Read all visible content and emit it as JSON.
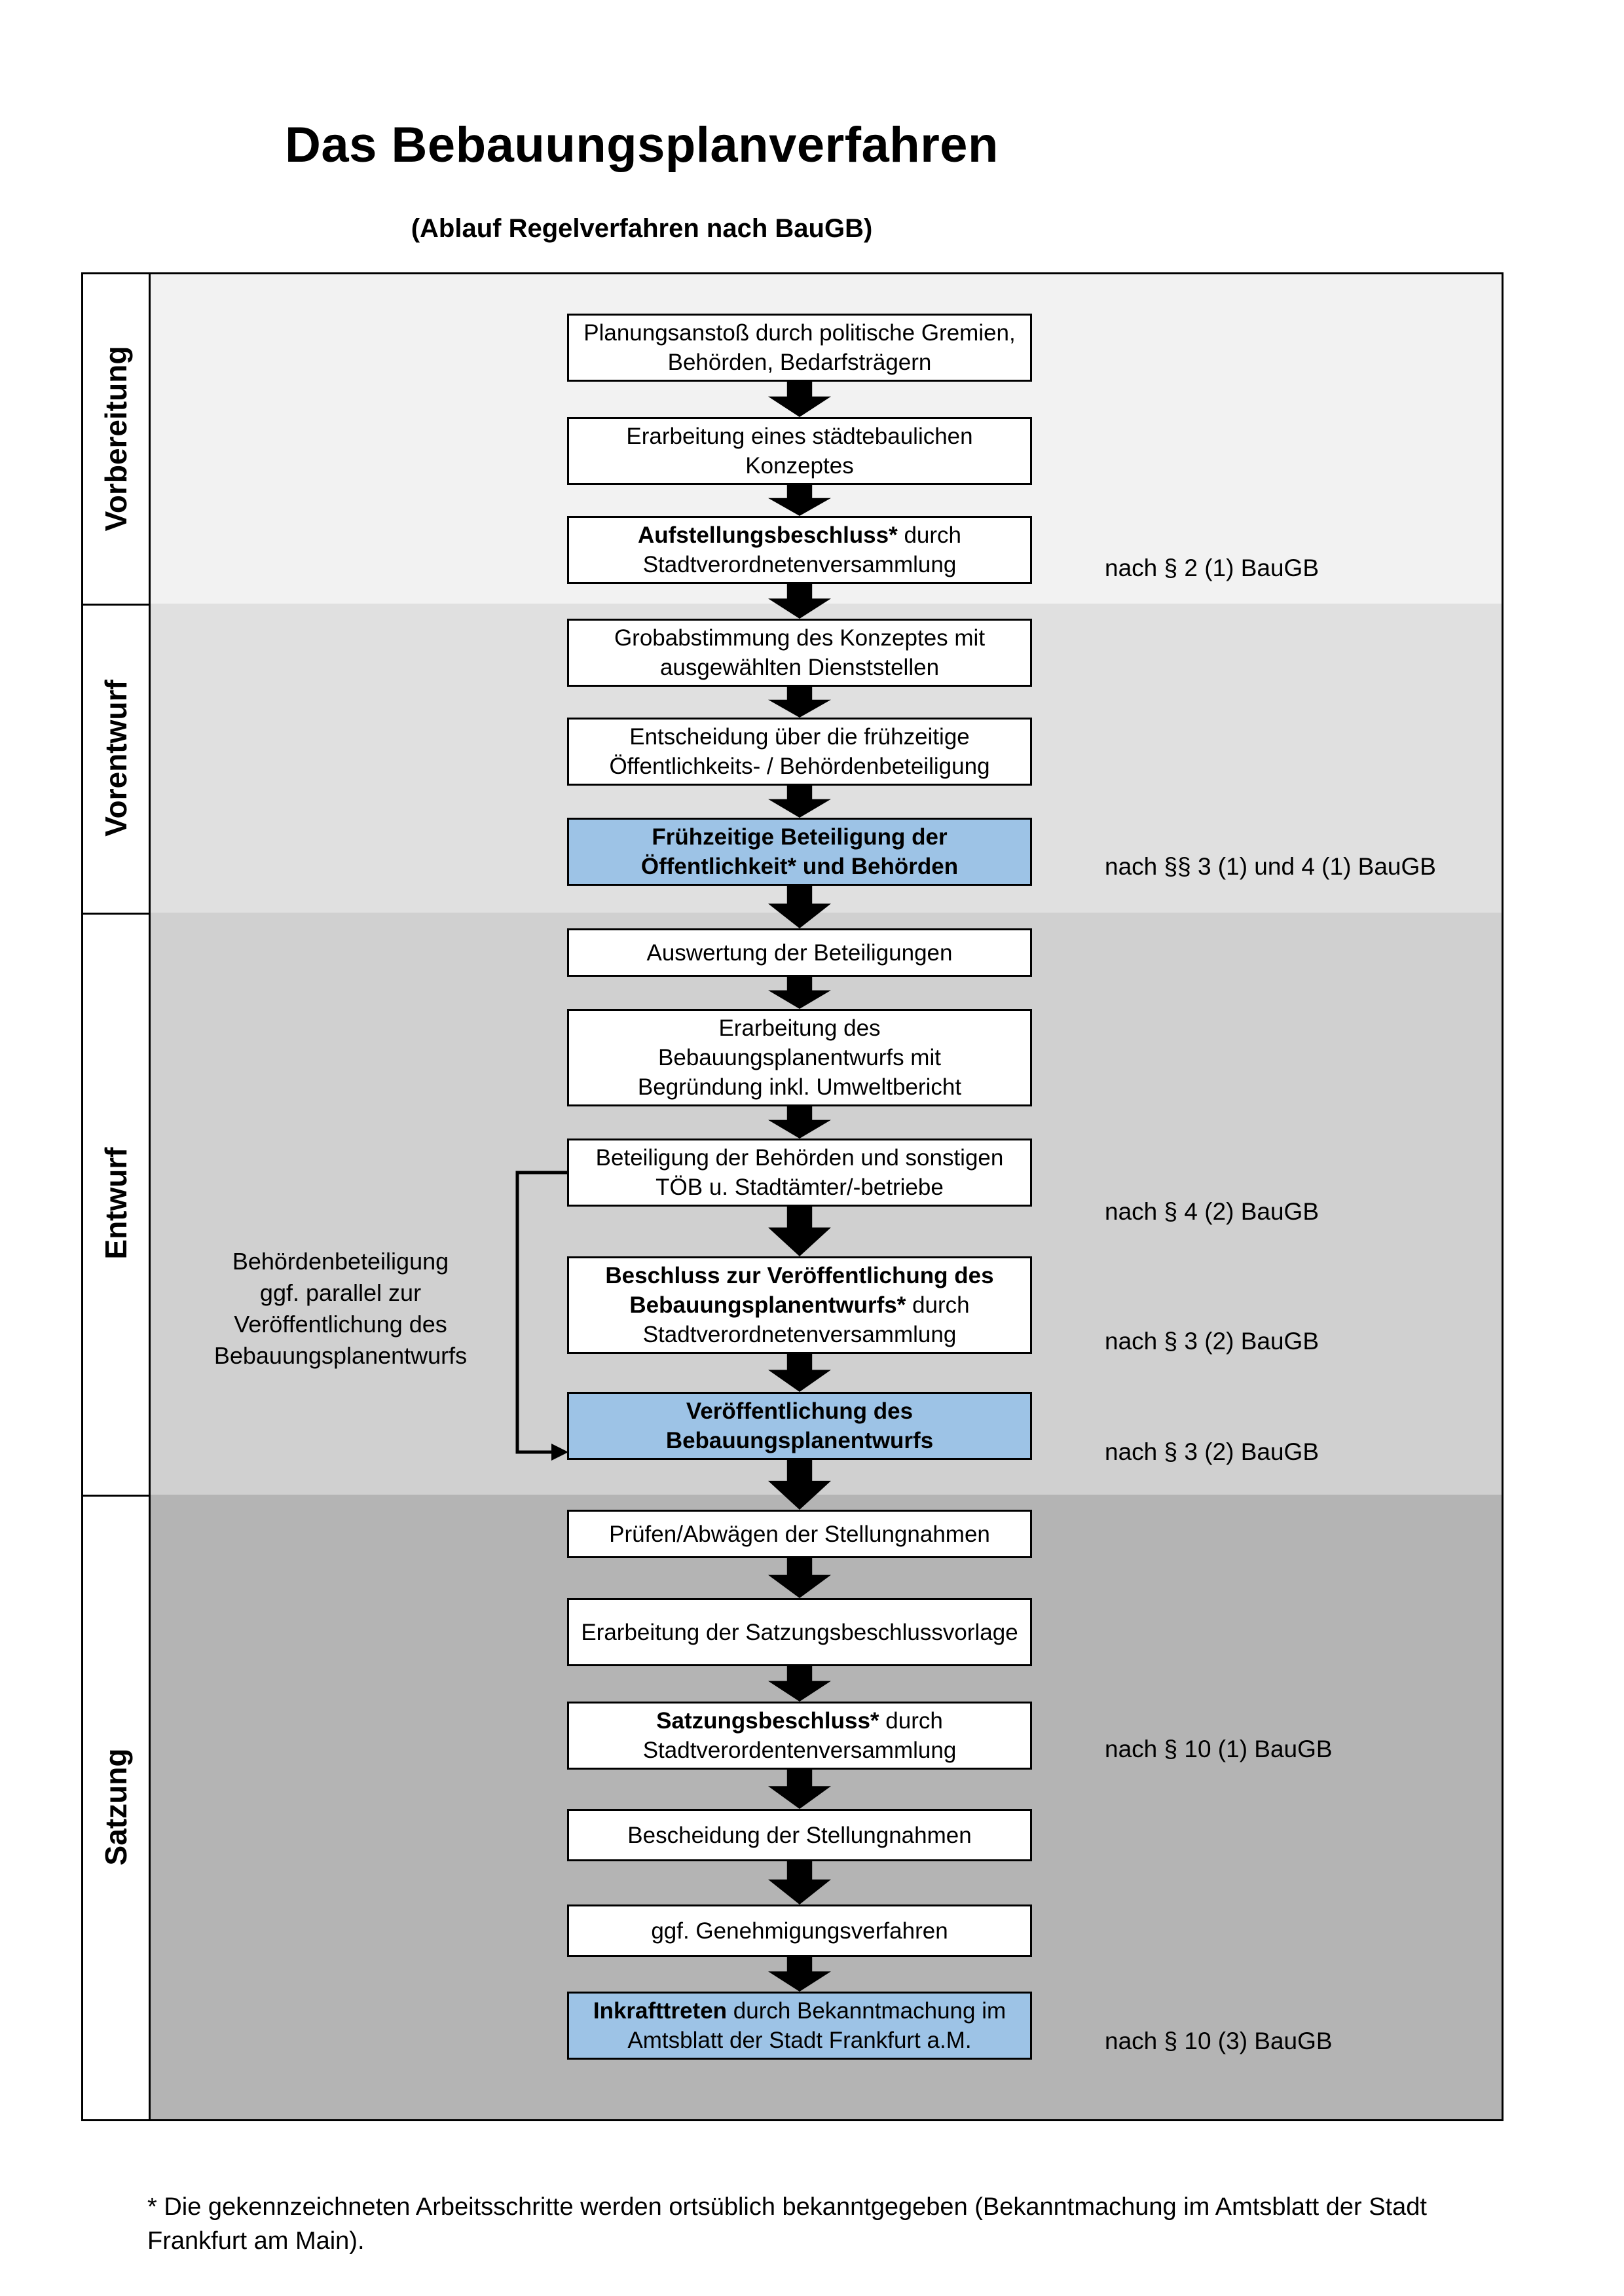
{
  "title": "Das Bebauungsplanverfahren",
  "subtitle": "(Ablauf Regelverfahren nach BauGB)",
  "colors": {
    "blue_box": "#9dc3e6",
    "band_vorbereitung": "#f2f2f2",
    "band_vorentwurf": "#e0e0e0",
    "band_entwurf": "#d0d0d0",
    "band_satzung": "#b4b4b4"
  },
  "sections": [
    {
      "label": "Vorbereitung"
    },
    {
      "label": "Vorentwurf"
    },
    {
      "label": "Entwurf"
    },
    {
      "label": "Satzung"
    }
  ],
  "boxes": [
    {
      "bold": "",
      "rest": "Planungsanstoß durch politische Gremien, Behörden, Bedarfsträgern"
    },
    {
      "bold": "",
      "rest": "Erarbeitung eines städtebaulichen Konzeptes"
    },
    {
      "bold": "Aufstellungsbeschluss*",
      "rest": " durch Stadtverordnetenversammlung"
    },
    {
      "bold": "",
      "rest": "Grobabstimmung des Konzeptes mit ausgewählten Dienststellen"
    },
    {
      "bold": "",
      "rest": "Entscheidung über die frühzeitige Öffentlichkeits- / Behördenbeteiligung"
    },
    {
      "bold": "Frühzeitige Beteiligung der Öffentlichkeit* und Behörden",
      "rest": ""
    },
    {
      "bold": "",
      "rest": "Auswertung der Beteiligungen"
    },
    {
      "bold": "",
      "rest": "Erarbeitung des Bebauungsplanentwurfs mit Begründung inkl. Umweltbericht"
    },
    {
      "bold": "",
      "rest": "Beteiligung der Behörden und sonstigen TÖB u. Stadtämter/-betriebe"
    },
    {
      "bold": "Beschluss zur Veröffentlichung des Bebauungsplanentwurfs*",
      "rest": " durch Stadtverordnetenversammlung"
    },
    {
      "bold": "Veröffentlichung des Bebauungsplanentwurfs",
      "rest": ""
    },
    {
      "bold": "",
      "rest": "Prüfen/Abwägen der Stellungnahmen"
    },
    {
      "bold": "",
      "rest": "Erarbeitung der Satzungsbeschlussvorlage"
    },
    {
      "bold": "Satzungsbeschluss*",
      "rest": " durch Stadtverordentenversammlung"
    },
    {
      "bold": "",
      "rest": "Bescheidung der Stellungnahmen"
    },
    {
      "bold": "",
      "rest": "ggf. Genehmigungsverfahren"
    },
    {
      "bold": "Inkrafttreten",
      "rest": " durch Bekanntmachung im Amtsblatt der Stadt Frankfurt a.M."
    }
  ],
  "legal_notes": [
    "nach § 2 (1) BauGB",
    "nach §§ 3 (1) und 4 (1) BauGB",
    "nach § 4 (2) BauGB",
    "nach § 3 (2) BauGB",
    "nach § 3 (2) BauGB",
    "nach § 10 (1) BauGB",
    "nach § 10 (3) BauGB"
  ],
  "side_annotation": {
    "lines": [
      "Behördenbeteiligung",
      "ggf. parallel zur",
      "Veröffentlichung des",
      "Bebauungsplanentwurfs"
    ]
  },
  "footnote": "* Die gekennzeichneten Arbeitsschritte werden ortsüblich bekanntgegeben (Bekanntmachung im Amtsblatt  der Stadt Frankfurt am Main)."
}
